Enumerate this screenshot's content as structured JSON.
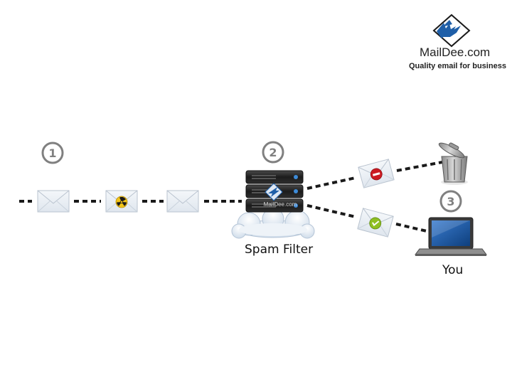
{
  "brand": {
    "name": "MailDee.com",
    "tagline": "Quality email for business",
    "server_badge": "MailDee.com"
  },
  "steps": [
    {
      "number": "1"
    },
    {
      "number": "2"
    },
    {
      "number": "3"
    }
  ],
  "labels": {
    "spam_filter": "Spam Filter",
    "you": "You"
  },
  "icons": {
    "envelope": "envelope-icon",
    "radioactive": "radioactive-envelope-icon",
    "blocked": "blocked-envelope-icon",
    "approved": "approved-envelope-icon",
    "server": "server-icon",
    "trash": "trash-can-icon",
    "laptop": "laptop-icon",
    "logo": "maildee-logo-icon"
  },
  "colors": {
    "step_circle": "#808080",
    "line": "#1a1a1a",
    "blocked": "#cc1b22",
    "approved": "#8fbf23",
    "radioactive": "#f2c418",
    "logo_blue": "#1f5fa8"
  }
}
